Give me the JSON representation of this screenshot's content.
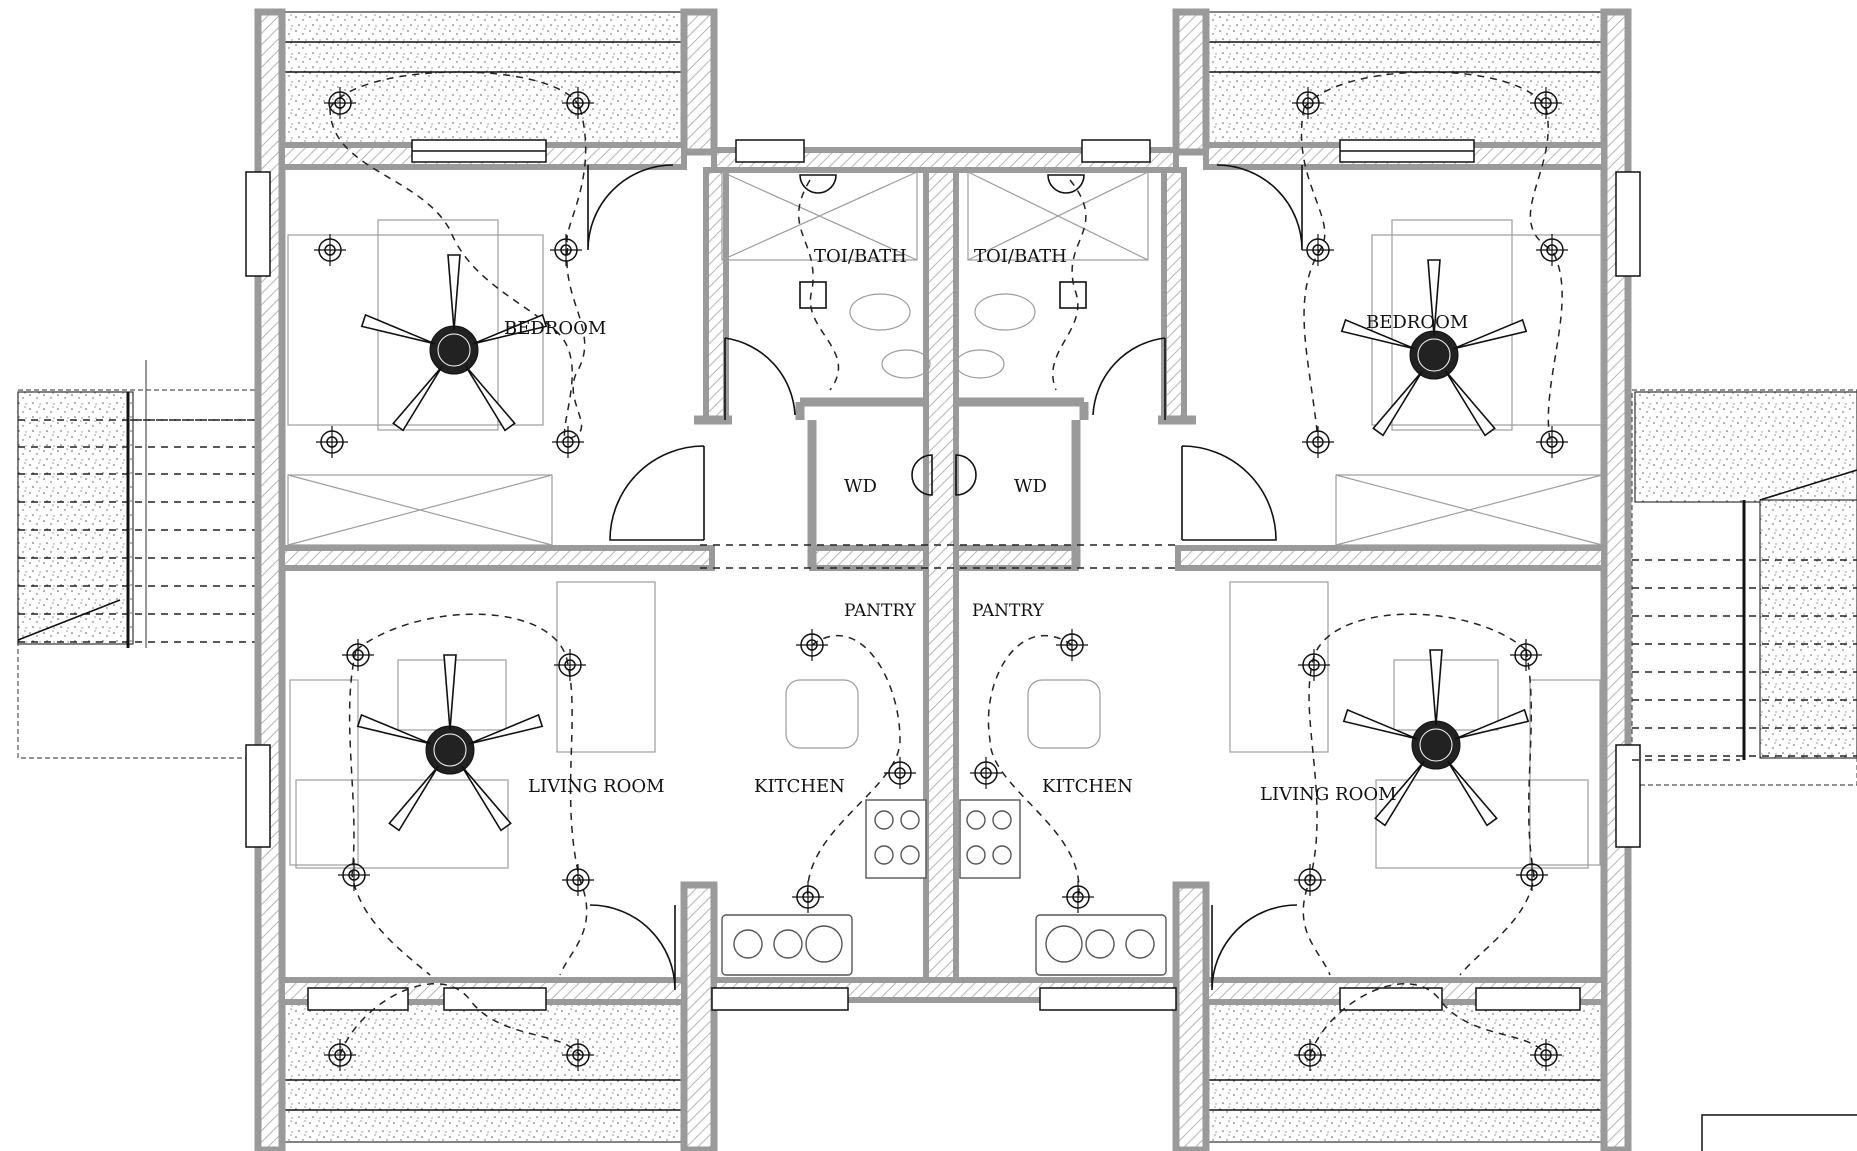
{
  "labels": {
    "bedroom_left": "BEDROOM",
    "bedroom_right": "BEDROOM",
    "toi_bath_left": "TOI/BATH",
    "toi_bath_right": "TOI/BATH",
    "wd_left": "WD",
    "wd_right": "WD",
    "pantry_left": "PANTRY",
    "pantry_right": "PANTRY",
    "kitchen_left": "KITCHEN",
    "kitchen_right": "KITCHEN",
    "living_left": "LIVING ROOM",
    "living_right": "LIVING ROOM"
  },
  "colors": {
    "wall": "#9a9a9a",
    "line": "#111111",
    "furniture": "#9d9d9d"
  },
  "icons": [
    "ceiling-fan-icon",
    "light-fixture-icon",
    "door-swing-icon",
    "sink-icon",
    "stove-icon",
    "toilet-icon"
  ]
}
